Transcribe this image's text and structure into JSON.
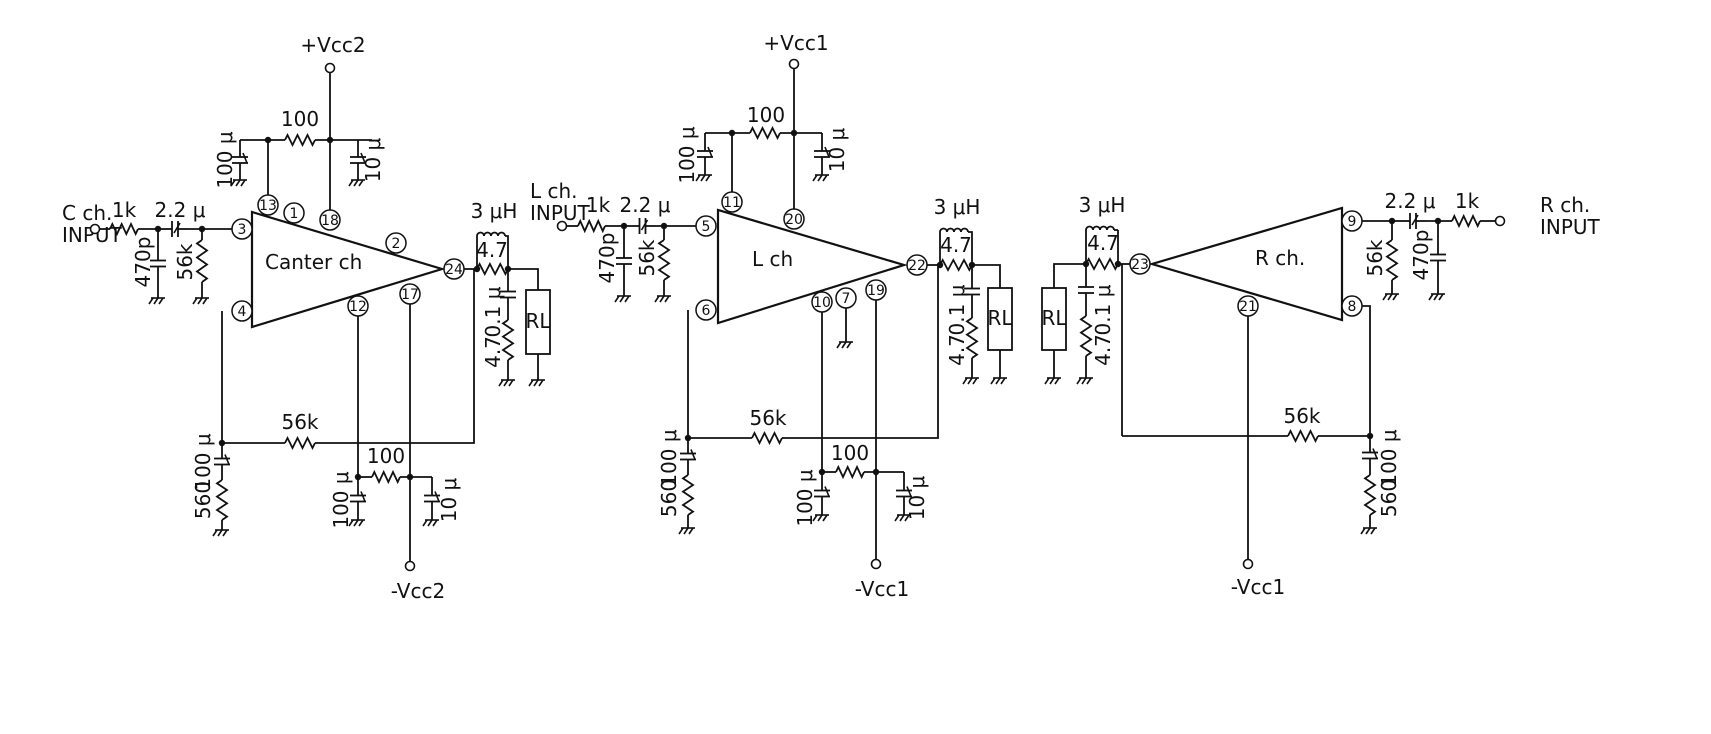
{
  "colors": {
    "ink": "#111111",
    "background": "#ffffff"
  },
  "channels": {
    "center": {
      "amp_label": "Canter ch",
      "input_label": [
        "C ch.",
        "INPUT"
      ],
      "supply_pos": "+Vcc2",
      "supply_neg": "-Vcc2",
      "pins": [
        "13",
        "1",
        "18",
        "3",
        "2",
        "4",
        "12",
        "17",
        "24"
      ],
      "components": {
        "r_in": "1k",
        "c_in": "2.2 μ",
        "c_shunt": "470p",
        "r_bias": "56k",
        "r_top": "100",
        "c_top_left": "100 μ",
        "c_top_right": "10 μ",
        "inductor": "3 μH",
        "r_par": "4.7",
        "zobel_c": "0.1 μ",
        "zobel_r": "4.7",
        "load": "RL",
        "r_fb": "56k",
        "c_fb": "100 μ",
        "r_fb2": "560",
        "r_bot": "100",
        "c_bot_left": "100 μ",
        "c_bot_right": "10 μ"
      }
    },
    "left": {
      "amp_label": "L ch",
      "input_label": [
        "L ch.",
        "INPUT"
      ],
      "supply_pos": "+Vcc1",
      "supply_neg": "-Vcc1",
      "pins": [
        "11",
        "20",
        "5",
        "6",
        "10",
        "7",
        "19",
        "22"
      ],
      "components": {
        "r_in": "1k",
        "c_in": "2.2 μ",
        "c_shunt": "470p",
        "r_bias": "56k",
        "r_top": "100",
        "c_top_left": "100 μ",
        "c_top_right": "10 μ",
        "inductor": "3 μH",
        "r_par": "4.7",
        "zobel_c": "0.1 μ",
        "zobel_r": "4.7",
        "load": "RL",
        "r_fb": "56k",
        "c_fb": "100 μ",
        "r_fb2": "560",
        "r_bot": "100",
        "c_bot_left": "100 μ",
        "c_bot_right": "10 μ"
      }
    },
    "right": {
      "amp_label": "R ch.",
      "input_label": [
        "R ch.",
        "INPUT"
      ],
      "supply_neg": "-Vcc1",
      "pins": [
        "9",
        "23",
        "21",
        "8"
      ],
      "components": {
        "r_in": "1k",
        "c_in": "2.2 μ",
        "c_shunt": "470p",
        "r_bias": "56k",
        "inductor": "3 μH",
        "r_par": "4.7",
        "zobel_c": "0.1 μ",
        "zobel_r": "4.7",
        "load": "RL",
        "r_fb": "56k",
        "c_fb": "100 μ",
        "r_fb2": "560"
      }
    }
  }
}
